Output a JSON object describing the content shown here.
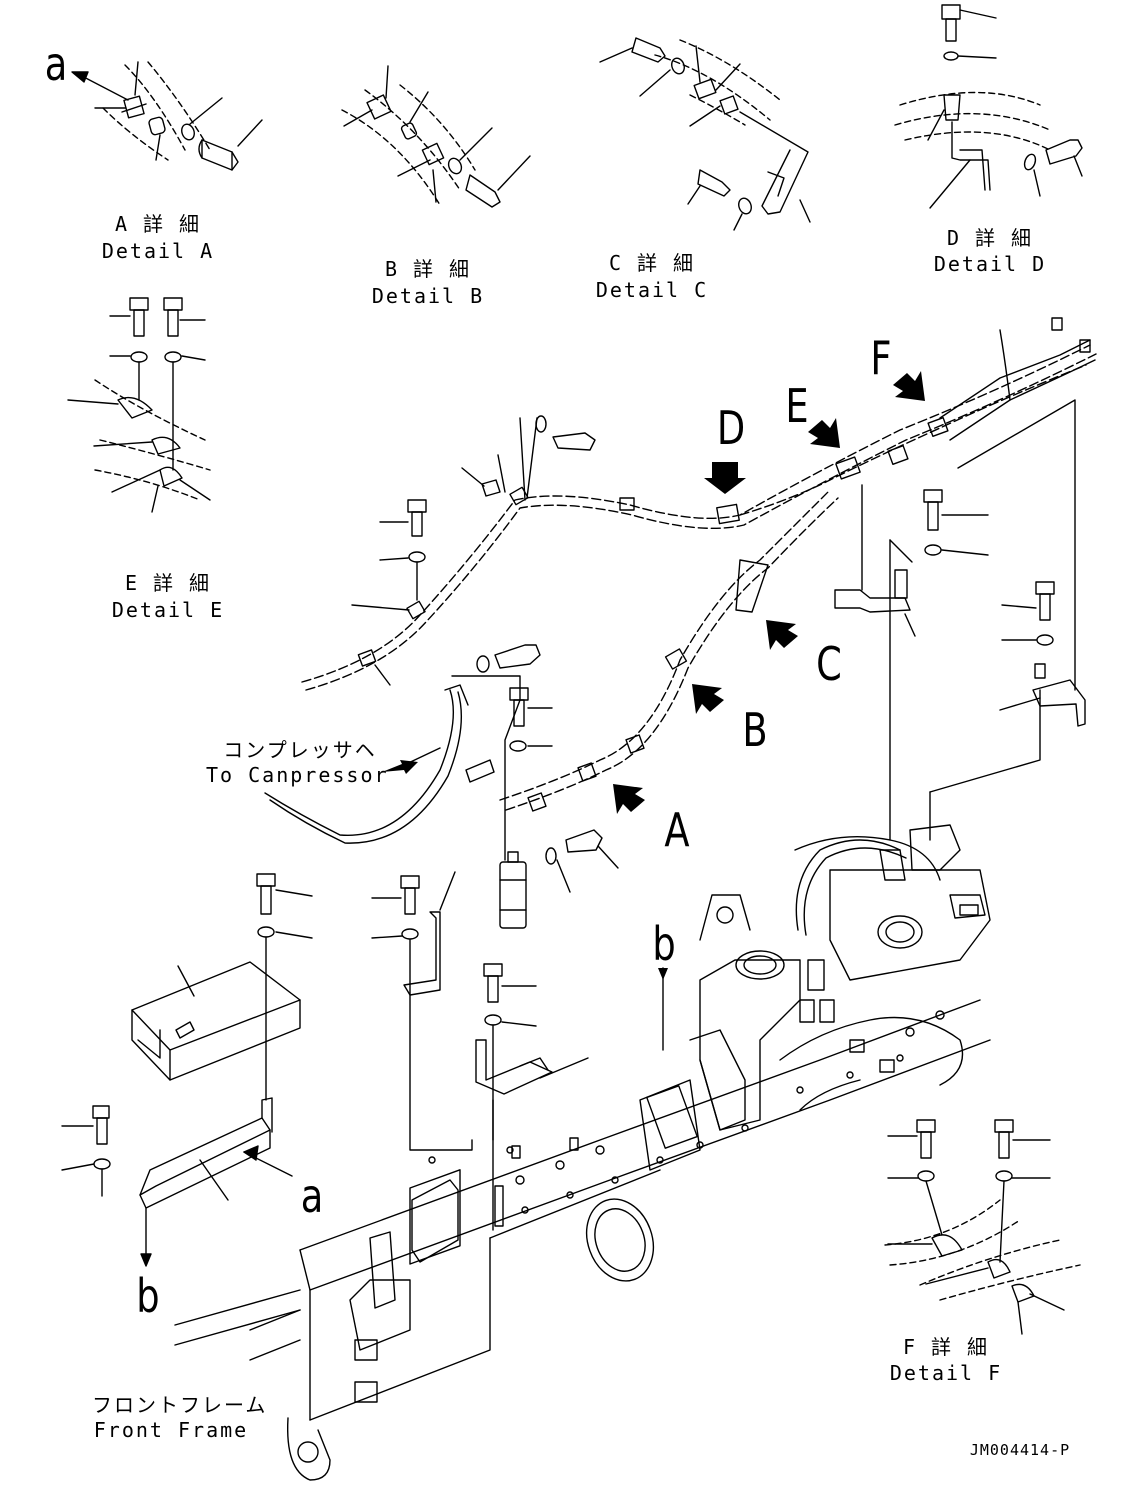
{
  "details": {
    "a": {
      "jp": "A 詳 細",
      "en": "Detail A"
    },
    "b": {
      "jp": "B 詳 細",
      "en": "Detail B"
    },
    "c": {
      "jp": "C 詳 細",
      "en": "Detail C"
    },
    "d": {
      "jp": "D 詳 細",
      "en": "Detail D"
    },
    "e": {
      "jp": "E 詳 細",
      "en": "Detail E"
    },
    "f": {
      "jp": "F 詳 細",
      "en": "Detail F"
    }
  },
  "callouts": {
    "A": "A",
    "B": "B",
    "C": "C",
    "D": "D",
    "E": "E",
    "F": "F",
    "a_top": "a",
    "a_lower": "a",
    "b_mid": "b",
    "b_lower": "b"
  },
  "compressor": {
    "jp": "コンプレッサヘ",
    "en": "To Canpressor"
  },
  "front_frame": {
    "jp": "フロントフレーム",
    "en": "Front Frame"
  },
  "drawing_no": "JM004414-P"
}
